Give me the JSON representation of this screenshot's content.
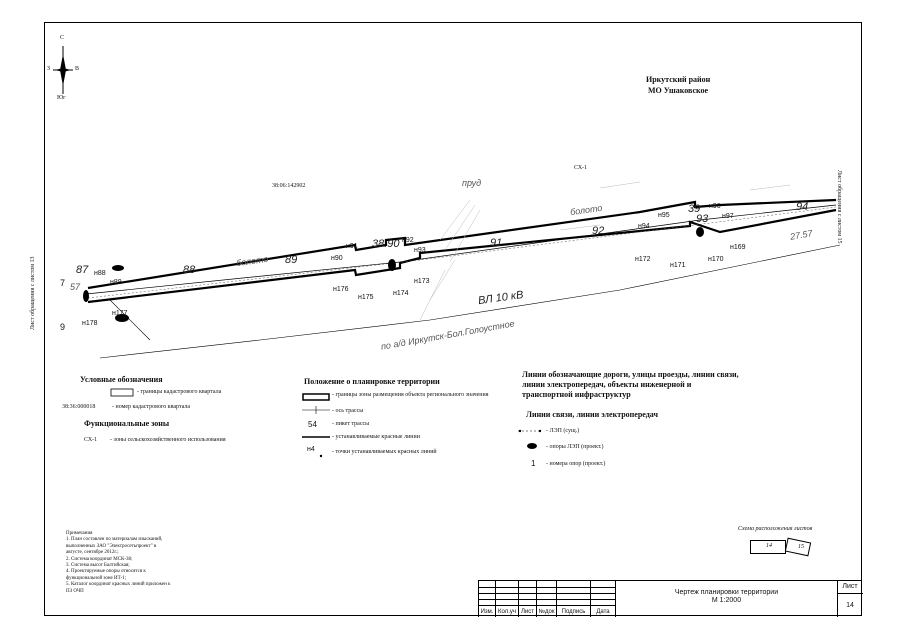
{
  "compass": {
    "north": "С",
    "south": "Юг",
    "west": "З",
    "east": "В"
  },
  "header": {
    "district": "Иркутский район",
    "municipality": "МО Ушаковское"
  },
  "map_labels": {
    "zone_code": "СХ-1",
    "cadastral_block": "38:06:142902",
    "power_line": "ВЛ 10 кВ",
    "road_label": "по а/д Иркутск-Бол.Голоустное",
    "left_side_label": "Лист обращения с листом 13",
    "right_side_label": "Лист обращения с листом 15",
    "sketch_1": "болото",
    "sketch_2": "болото",
    "sketch_3": "пруд",
    "pickets": [
      "87",
      "88",
      "89",
      "38.90",
      "91",
      "92",
      "39",
      "93",
      "94"
    ],
    "edge_marks": [
      "7",
      "57",
      "9",
      "27.57"
    ],
    "upper_points": [
      "н88",
      "н89",
      "н90",
      "н91",
      "н92",
      "н93",
      "н94",
      "н95",
      "н96",
      "н97"
    ],
    "lower_points": [
      "н178",
      "н177",
      "н176",
      "н175",
      "н174",
      "н173",
      "н172",
      "н171",
      "н170",
      "н169"
    ]
  },
  "legend_left": {
    "title": "Условные обозначения",
    "items": [
      {
        "sym": "",
        "text": "- границы кадастрового квартала"
      },
      {
        "sym": "38:36:000018",
        "text": "- номер кадастрового квартала"
      }
    ],
    "zones_title": "Функциональные зоны",
    "zones_items": [
      {
        "sym": "СХ-1",
        "text": "- зоны сельскохозяйственного использования"
      }
    ]
  },
  "legend_mid": {
    "title": "Положение о планировке территории",
    "items": [
      {
        "sym": "",
        "text": "- границы зоны размещения объекта регионального значения"
      },
      {
        "sym": "",
        "text": "- ось трассы"
      },
      {
        "sym": "54",
        "text": "- пикет трассы"
      },
      {
        "sym": "",
        "text": "- устанавливаемые красные линии"
      },
      {
        "sym": "н4",
        "text": "- точки устанавливаемых красных линий"
      }
    ]
  },
  "legend_right": {
    "title": "Линии обозначающие дороги, улицы проезды, линии связи, линии электропередач, объекты инженерной и транспортной инфраструктур",
    "subtitle": "Линии связи, линии электропередач",
    "items": [
      {
        "sym": "",
        "text": "- ЛЭП (сущ.)"
      },
      {
        "sym": "",
        "text": "- опоры ЛЭП (проект.)"
      },
      {
        "sym": "1",
        "text": "- номера опор (проект.)"
      }
    ]
  },
  "notes": {
    "title": "Примечания",
    "lines": [
      "1. План составлен по материалам изысканий,",
      "выполненных ЗАО \"Электросетьпроект\" в",
      "августе, сентябре 2012г.;",
      "2. Система координат МСК-38;",
      "3. Система высот Балтийская;",
      "4. Проектируемые опоры относятся к",
      "функциональной зоне ИТ-1;",
      "5. Каталог координат красных линий приложен к",
      "ПЗ ОЧП"
    ]
  },
  "scheme": {
    "title": "Схема расположения листов",
    "sheet_a": "14",
    "sheet_b": "15"
  },
  "title_block": {
    "columns": [
      "Изм.",
      "Кол.уч",
      "Лист",
      "№док",
      "Подпись",
      "Дата"
    ],
    "drawing_title": "Чертеж планировки территории",
    "scale": "М 1:2000",
    "sheet_label": "Лист",
    "sheet_number": "14"
  }
}
